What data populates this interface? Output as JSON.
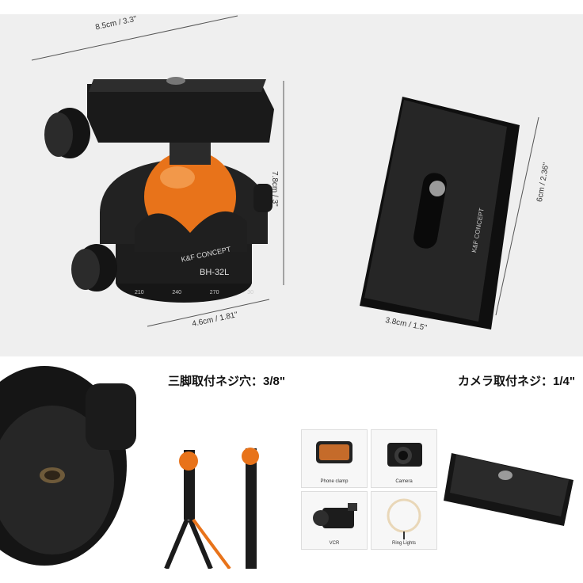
{
  "top": {
    "dim_width": "8.5cm / 3.3\"",
    "dim_height": "7.8cm / 3\"",
    "dim_base": "4.6cm / 1.81\"",
    "plate_width": "3.8cm / 1.5\"",
    "plate_length": "6cm / 2.36\"",
    "brand": "K&F CONCEPT",
    "model": "BH-32L",
    "scale": [
      "210",
      "240",
      "270",
      "30"
    ],
    "plate_brand": "K&F CONCEPT"
  },
  "bottom_left": {
    "heading": "三脚取付ネジ穴：3/8\""
  },
  "bottom_right": {
    "heading": "カメラ取付ネジ：1/4\"",
    "tiles": [
      {
        "label": "Phone clamp",
        "icon": "phone-icon"
      },
      {
        "label": "Camera",
        "icon": "camera-icon"
      },
      {
        "label": "VCR",
        "icon": "camcorder-icon"
      },
      {
        "label": "Ring Lights",
        "icon": "ring-light-icon"
      }
    ]
  },
  "colors": {
    "accent_orange": "#e8731a",
    "metal": "#1c1c1c"
  }
}
